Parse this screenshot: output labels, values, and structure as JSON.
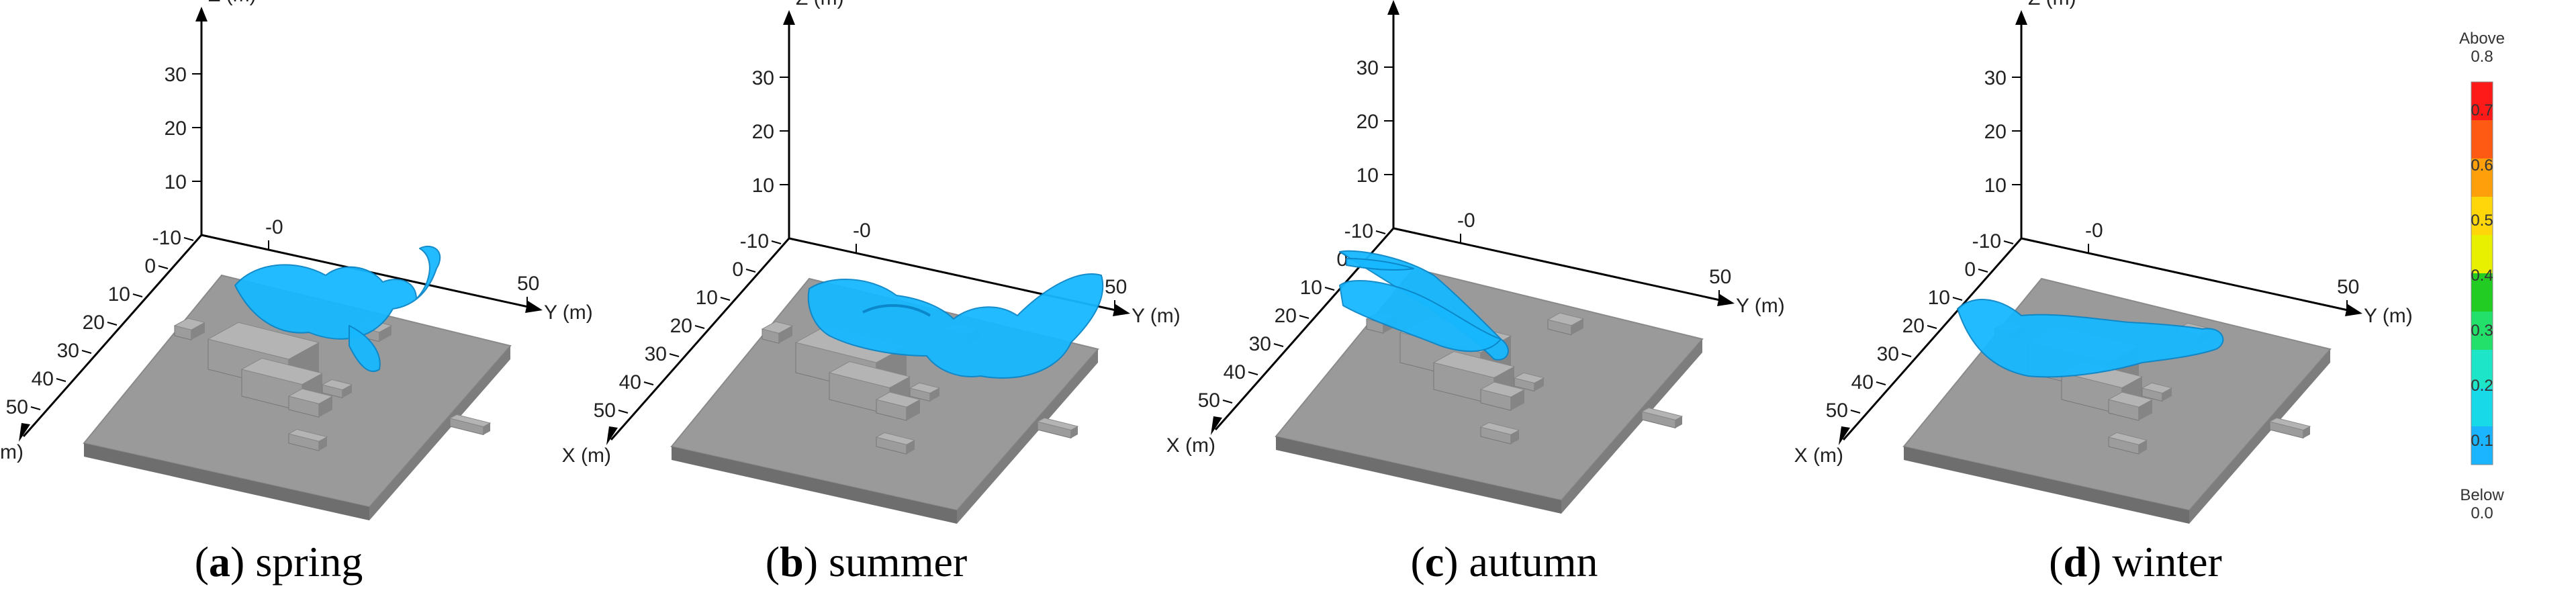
{
  "axes": {
    "x_label": "X (m)",
    "y_label": "Y (m)",
    "z_label": "Z (m)",
    "z_ticks": [
      "30",
      "20",
      "10"
    ],
    "x_ticks": [
      "-10",
      "0",
      "10",
      "20",
      "30",
      "40",
      "50"
    ],
    "y_ticks": [
      "-0",
      "50"
    ]
  },
  "panels": [
    {
      "letter": "a",
      "season": "spring"
    },
    {
      "letter": "b",
      "season": "summer"
    },
    {
      "letter": "c",
      "season": "autumn"
    },
    {
      "letter": "d",
      "season": "winter"
    }
  ],
  "colorbar": {
    "above_label": "Above",
    "above_value": "0.8",
    "below_label": "Below",
    "below_value": "0.0",
    "ticks": [
      "0.7",
      "0.6",
      "0.5",
      "0.4",
      "0.3",
      "0.2",
      "0.1"
    ],
    "colors": [
      "#ff1a1a",
      "#ff5a14",
      "#ff9f0a",
      "#ffd60a",
      "#e8f000",
      "#22cc22",
      "#22e06a",
      "#1de6c8",
      "#18d9e8",
      "#1ab4ff"
    ]
  },
  "colors": {
    "plume": "#17b8ff",
    "plume_dark": "#0b86c8",
    "ground_top": "#9a9a9a",
    "ground_side": "#6e6e6e",
    "building": "#b4b4b4"
  }
}
